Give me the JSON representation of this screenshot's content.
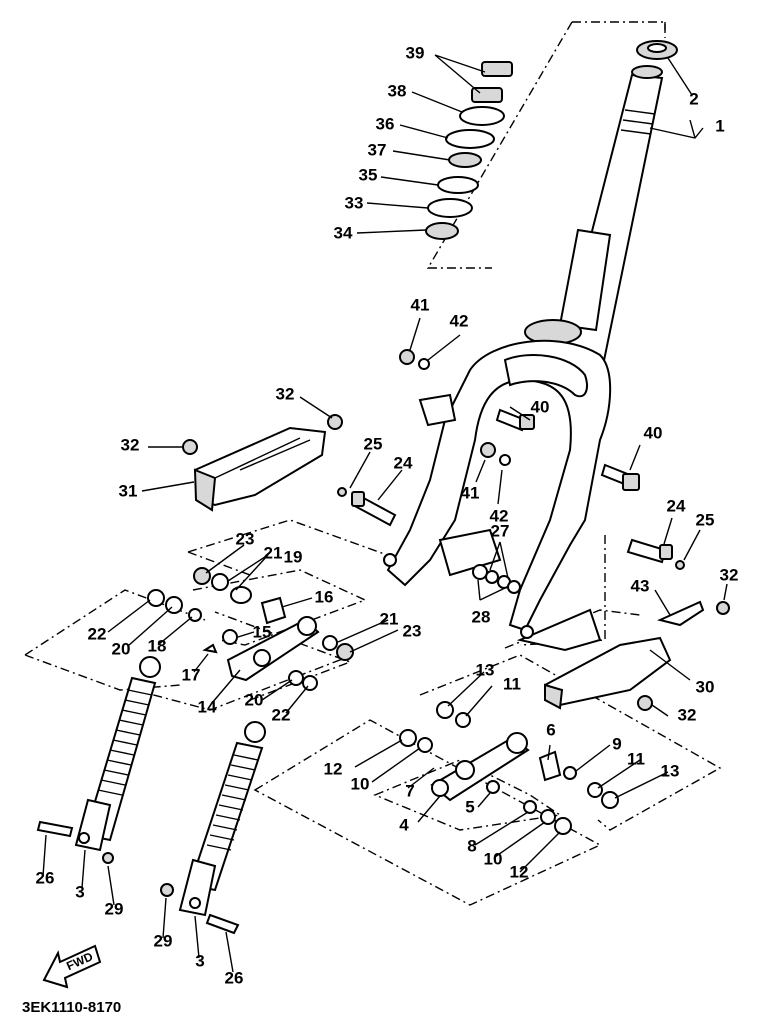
{
  "diagram": {
    "code": "3EK1110-8170",
    "fwd_label": "FWD",
    "part_numbers": [
      "1",
      "2",
      "3",
      "4",
      "5",
      "6",
      "7",
      "8",
      "9",
      "10",
      "11",
      "12",
      "13",
      "14",
      "15",
      "16",
      "17",
      "18",
      "19",
      "20",
      "21",
      "22",
      "23",
      "24",
      "25",
      "26",
      "27",
      "28",
      "29",
      "30",
      "31",
      "32",
      "33",
      "34",
      "35",
      "36",
      "37",
      "38",
      "39",
      "40",
      "41",
      "42",
      "43"
    ]
  }
}
